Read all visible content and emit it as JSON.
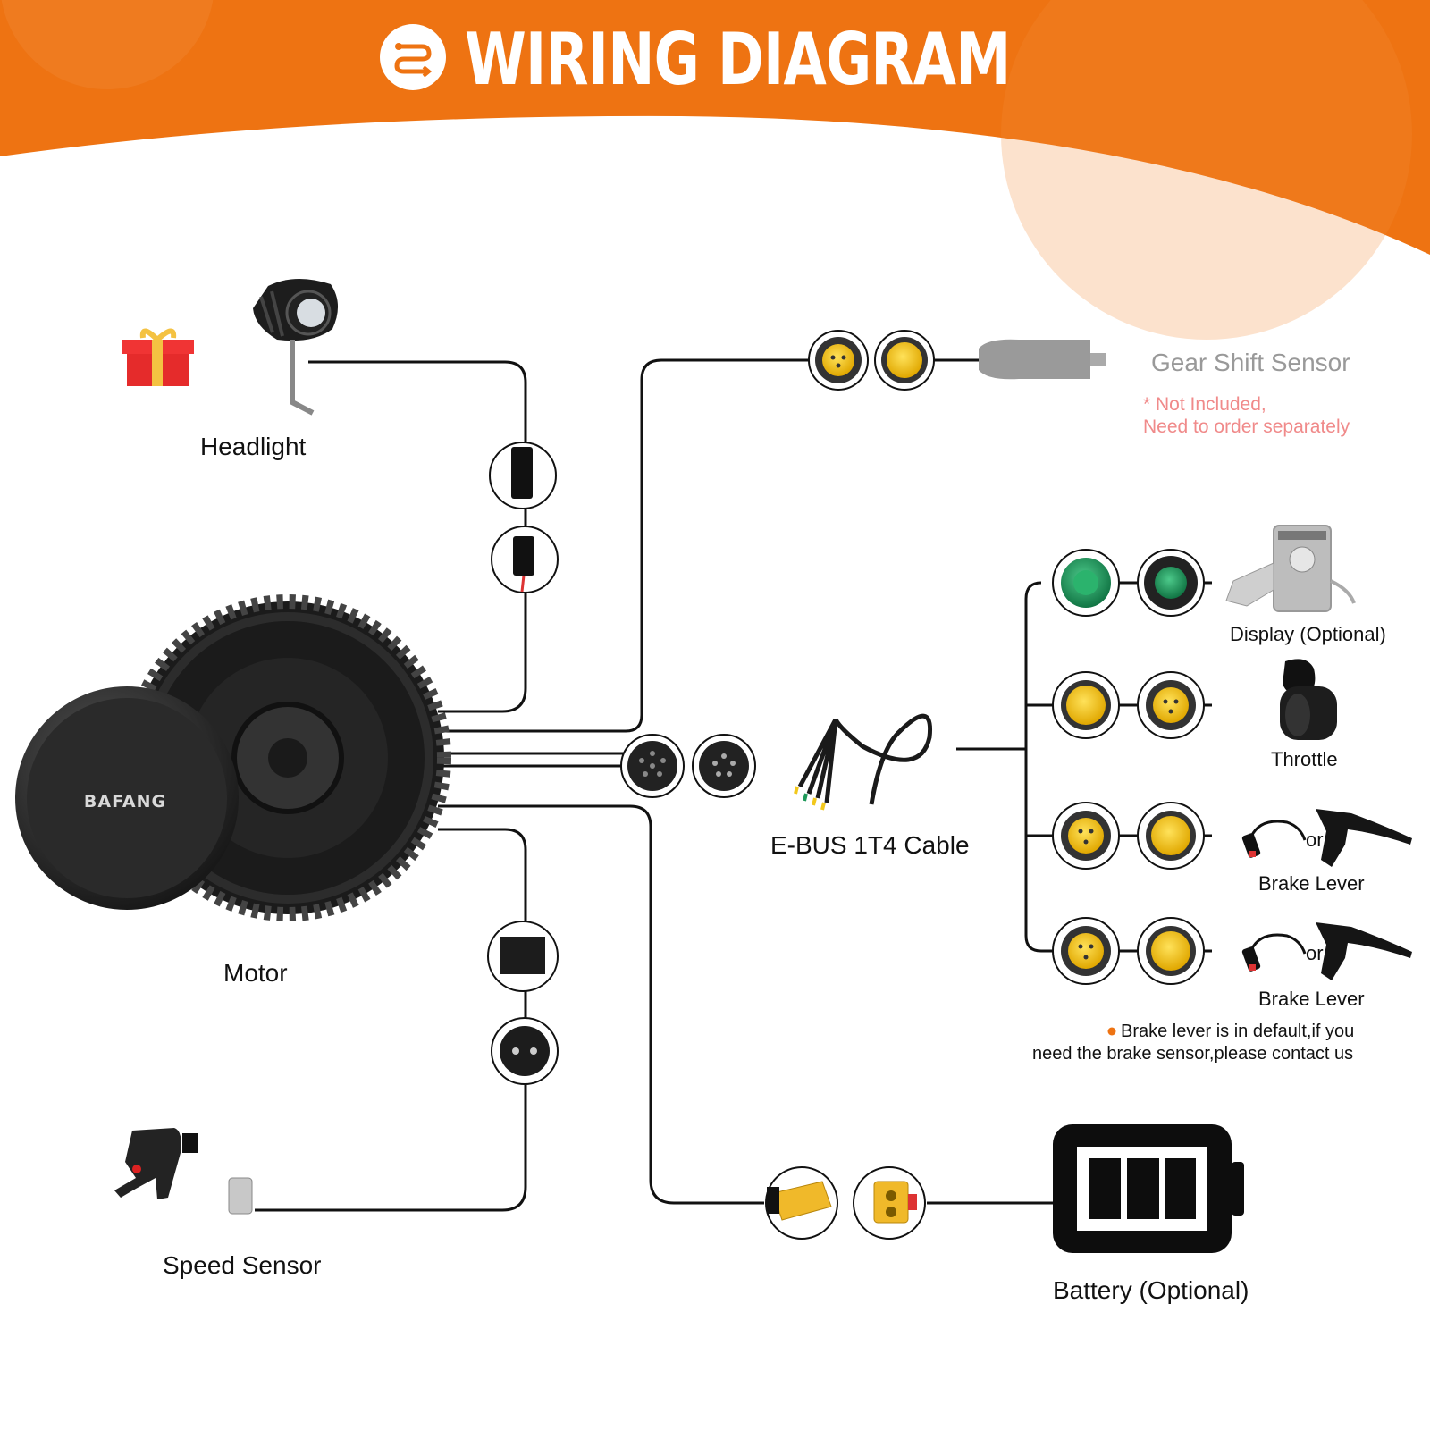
{
  "header": {
    "title": "WIRING DIAGRAM",
    "icon": "wiring-route-icon",
    "color": "#ee7312"
  },
  "components": {
    "headlight": "Headlight",
    "motor": "Motor",
    "motor_brand": "BAFANG",
    "speed_sensor": "Speed Sensor",
    "gear_shift_sensor": "Gear Shift Sensor",
    "gear_note_line1": "* Not Included,",
    "gear_note_line2": "Need to order separately",
    "ebus_cable": "E-BUS 1T4 Cable",
    "display": "Display (Optional)",
    "throttle": "Throttle",
    "brake_lever_1": "Brake Lever",
    "brake_lever_2": "Brake Lever",
    "or_1": "or",
    "or_2": "or",
    "brake_note_line1": "Brake lever is in default,if you",
    "brake_note_line2": "need the brake sensor,please contact us",
    "battery": "Battery (Optional)"
  },
  "colors": {
    "orange": "#ee7312",
    "connector_yellow": "#f2c81c",
    "connector_green": "#1f9a5a",
    "wire": "#111111"
  }
}
